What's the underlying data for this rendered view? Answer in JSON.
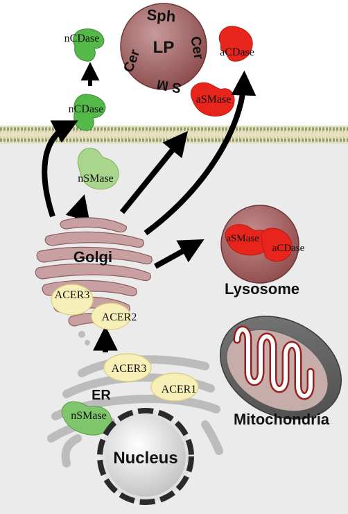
{
  "labels": {
    "ncdase_top": "nCDase",
    "ncdase_mid": "nCDase",
    "nsmase_membrane": "nSMase",
    "lp": "LP",
    "sph": "Sph",
    "cer_right": "Cer",
    "sm": "S M",
    "cer_left": "Cer",
    "acdase_top": "aCDase",
    "asmase_membrane": "aSMase",
    "golgi": "Golgi",
    "acer3_golgi": "ACER3",
    "acer2": "ACER2",
    "asmase_lysosome": "aSMase",
    "acdase_lysosome": "aCDase",
    "lysosome": "Lysosome",
    "acer3_er": "ACER3",
    "acer1": "ACER1",
    "er": "ER",
    "nsmase_er": "nSMase",
    "mitochondria": "Mitochondria",
    "nucleus": "Nucleus"
  },
  "colors": {
    "green_enzyme": "#54b948",
    "red_enzyme": "#e8251c",
    "yellow_acer": "#f6f0b8",
    "golgi_pink": "#c9a0a2",
    "organelle_maroon": "#a35f5f",
    "er_gray": "#bcbcbc",
    "cytoplasm": "#ebebeb",
    "membrane_tan": "#b0a476",
    "nucleus_fill": "#ececec"
  }
}
